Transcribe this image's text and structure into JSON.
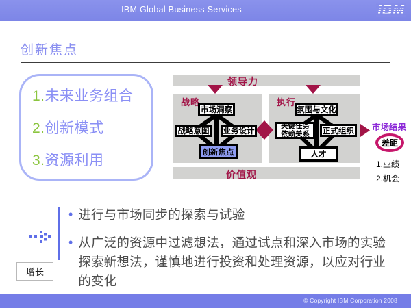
{
  "header": {
    "title": "IBM Global Business Services",
    "logo": "IBM"
  },
  "slide": {
    "title": "创新焦点"
  },
  "focus_list": {
    "items": [
      {
        "num": "1.",
        "label": "未来业务组合"
      },
      {
        "num": "2.",
        "label": "创新模式"
      },
      {
        "num": "3.",
        "label": "资源利用"
      }
    ]
  },
  "diagram": {
    "leadership_label": "领导力",
    "values_label": "价值观",
    "strategy_label": "战略",
    "execution_label": "执行",
    "strategy_boxes": {
      "market_insight": "市场洞察",
      "strategic_intent": "战略意图",
      "business_design": "业务设计",
      "innovation_focus": "创新焦点"
    },
    "execution_boxes": {
      "climate_culture": "氛围与文化",
      "key_tasks_line1": "关键任务",
      "key_tasks_line2": "依赖关系",
      "formal_org": "正式组织",
      "talent": "人才"
    },
    "market_results_label": "市场结果",
    "gap_label": "差距",
    "gap_items": [
      "1.业绩",
      "2.机会"
    ]
  },
  "bullets": {
    "items": [
      "进行与市场同步的探索与试验",
      "从广泛的资源中过滤想法，通过试点和深入市场的实验探索新想法，谨慎地进行投资和处理资源，以应对行业的变化"
    ]
  },
  "growth_label": "增长",
  "footer": {
    "copyright": "© Copyright IBM Corporation 2008"
  },
  "colors": {
    "header_bar": "#8289e9",
    "footer_bar": "#757de7",
    "panel_gray": "#d2d2d0",
    "crimson": "#a21447",
    "gap_ring": "#c6176b",
    "violet": "#8d2bd8",
    "list_green": "#8bc53f",
    "list_purple": "#8a8ff5",
    "focus_fill": "#8f9df2",
    "accent_purple": "#5f6fe8"
  }
}
